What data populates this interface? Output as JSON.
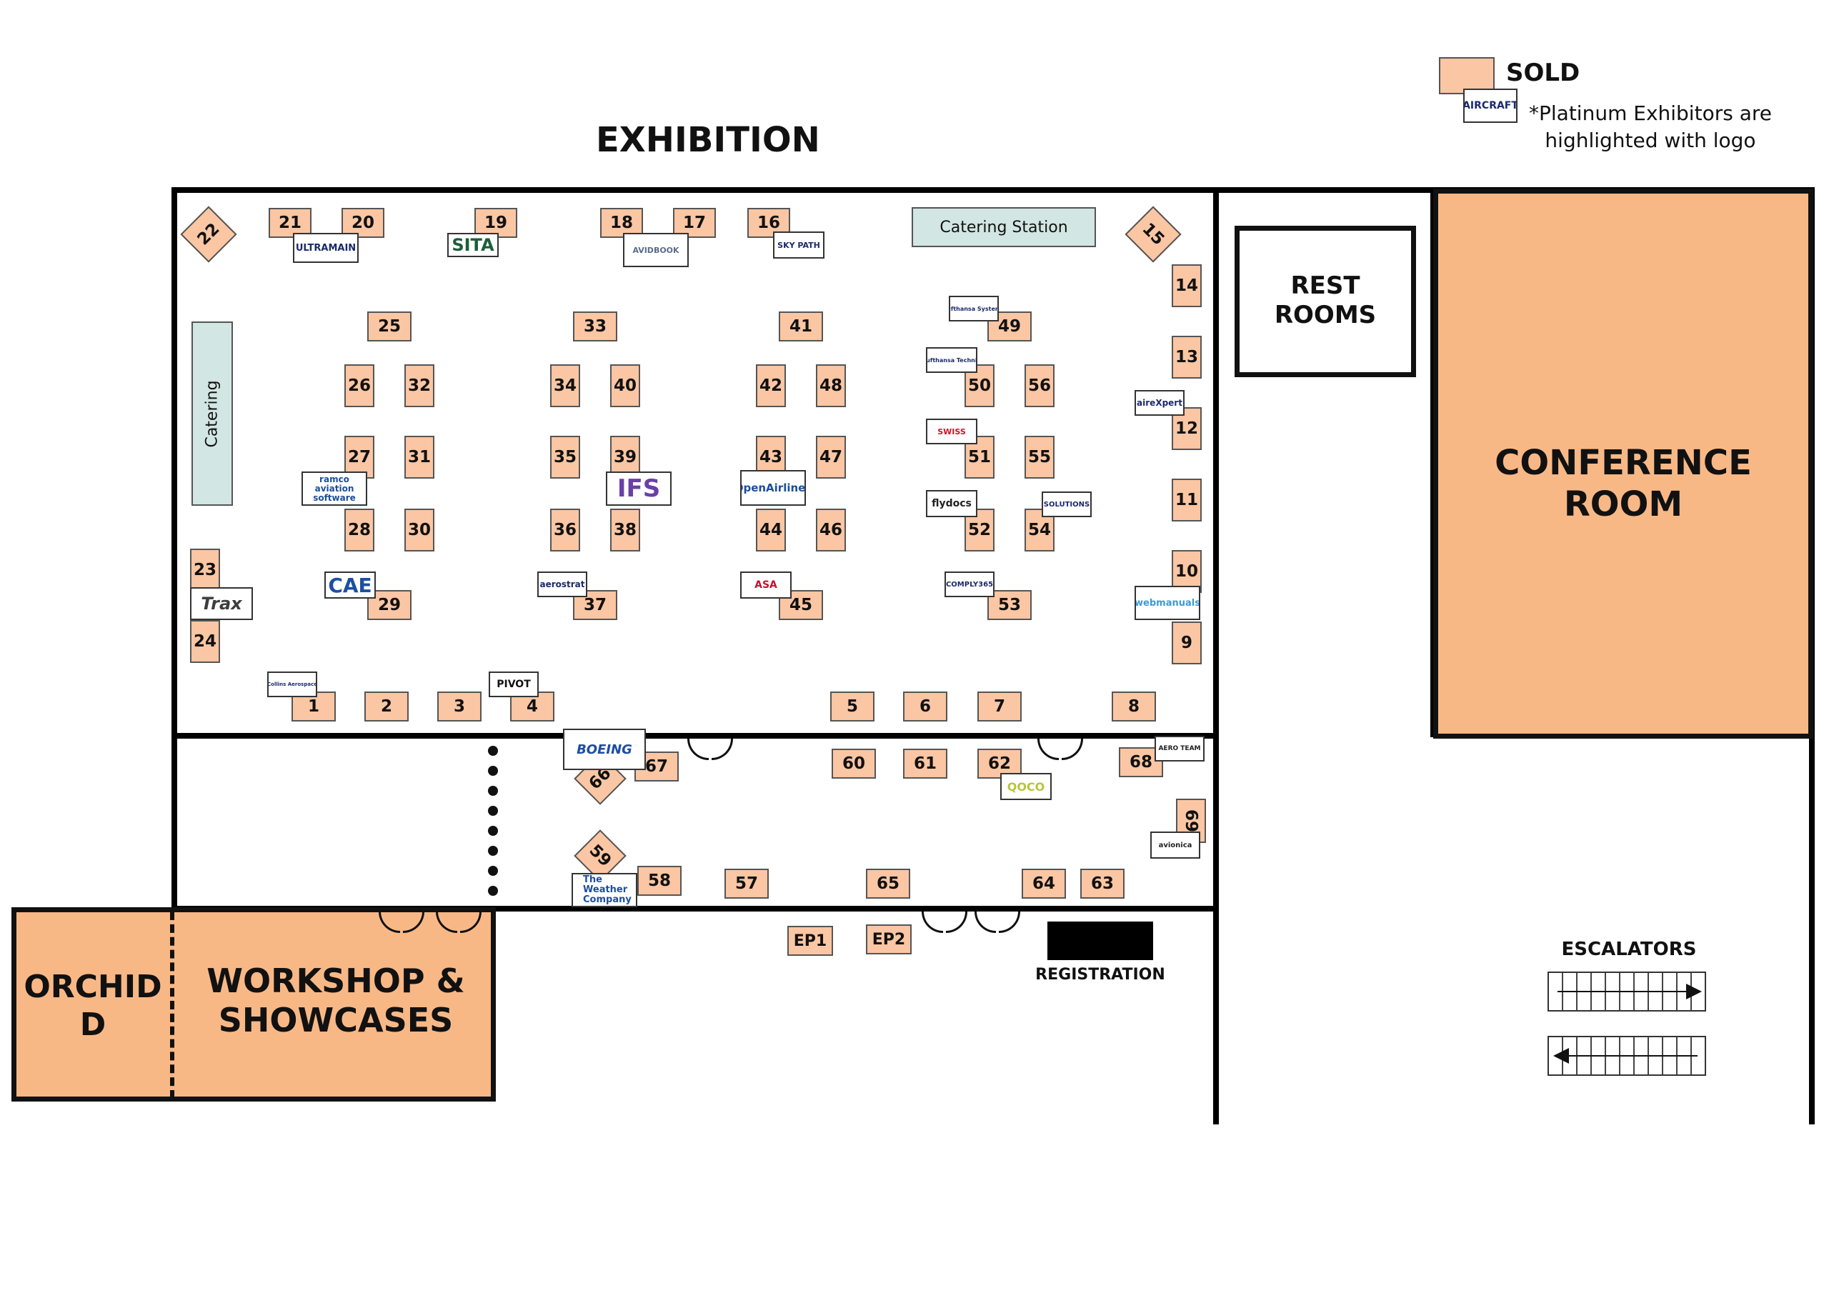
{
  "title": "EXHIBITION",
  "legend": {
    "sold_label": "SOLD",
    "platinum_logo": "AIRCRAFT",
    "platinum_note_line1": "*Platinum Exhibitors are",
    "platinum_note_line2": "highlighted with logo",
    "sold_color": "#fbc6a3"
  },
  "rooms": {
    "rest_rooms_line1": "REST",
    "rest_rooms_line2": "ROOMS",
    "conference_room": "CONFERENCE ROOM",
    "orchid_line1": "ORCHID",
    "orchid_line2": "D",
    "workshop_line1": "WORKSHOP &",
    "workshop_line2": "SHOWCASES",
    "catering": "Catering",
    "catering_station": "Catering Station",
    "registration": "REGISTRATION",
    "escalators": "ESCALATORS",
    "room_color": "#f8b886"
  },
  "booths": {
    "b1": "1",
    "b2": "2",
    "b3": "3",
    "b4": "4",
    "b5": "5",
    "b6": "6",
    "b7": "7",
    "b8": "8",
    "b9": "9",
    "b10": "10",
    "b11": "11",
    "b12": "12",
    "b13": "13",
    "b14": "14",
    "b15": "15",
    "b16": "16",
    "b17": "17",
    "b18": "18",
    "b19": "19",
    "b20": "20",
    "b21": "21",
    "b22": "22",
    "b23": "23",
    "b24": "24",
    "b25": "25",
    "b26": "26",
    "b27": "27",
    "b28": "28",
    "b29": "29",
    "b30": "30",
    "b31": "31",
    "b32": "32",
    "b33": "33",
    "b34": "34",
    "b35": "35",
    "b36": "36",
    "b37": "37",
    "b38": "38",
    "b39": "39",
    "b40": "40",
    "b41": "41",
    "b42": "42",
    "b43": "43",
    "b44": "44",
    "b45": "45",
    "b46": "46",
    "b47": "47",
    "b48": "48",
    "b49": "49",
    "b50": "50",
    "b51": "51",
    "b52": "52",
    "b53": "53",
    "b54": "54",
    "b55": "55",
    "b56": "56",
    "b57": "57",
    "b58": "58",
    "b59": "59",
    "b60": "60",
    "b61": "61",
    "b62": "62",
    "b63": "63",
    "b64": "64",
    "b65": "65",
    "b66": "66",
    "b67": "67",
    "b68": "68",
    "b69": "69",
    "ep1": "EP1",
    "ep2": "EP2"
  },
  "logos": {
    "ultramain": "ULTRAMAIN",
    "sita": "SITA",
    "avidbook": "AVIDBOOK",
    "skypath": "SKY PATH",
    "lufthansa_systems": "Lufthansa Systems",
    "lufthansa_technik": "Lufthansa Technik",
    "swiss": "SWISS",
    "flydocs": "flydocs",
    "m_solutions": "SOLUTIONS",
    "comply365": "COMPLY365",
    "airexpert": "aireXpert",
    "webmanuals": "webmanuals",
    "ramco_line1": "ramco",
    "ramco_line2": "aviation",
    "ramco_line3": "software",
    "ifs": "IFS",
    "openairlines": "OpenAirlines",
    "cae": "CAE",
    "aerostrat": "aerostrat",
    "asa": "ASA",
    "trax": "Trax",
    "collins": "Collins Aerospace",
    "pivot": "PIVOT",
    "boeing": "BOEING",
    "qoco": "QOCO",
    "aeroteam": "AERO TEAM",
    "avionica": "avionica",
    "weather_line1": "The",
    "weather_line2": "Weather",
    "weather_line3": "Company"
  }
}
